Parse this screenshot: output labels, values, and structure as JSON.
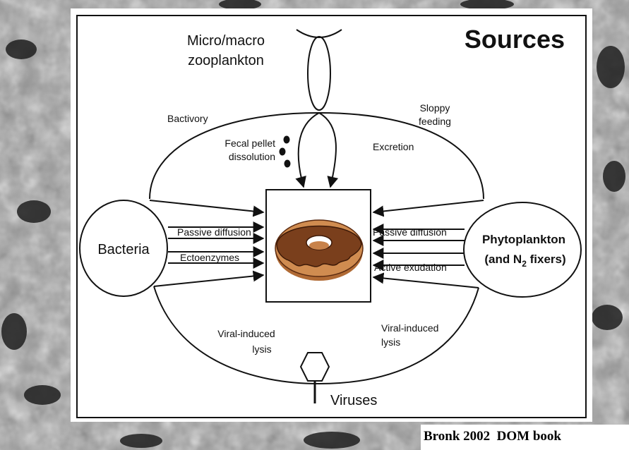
{
  "title": "Sources",
  "nodes": {
    "zooplankton_line1": "Micro/macro",
    "zooplankton_line2": "zooplankton",
    "bacteria": "Bacteria",
    "phyto_line1": "Phytoplankton",
    "phyto_line2_pre": "(and N",
    "phyto_line2_sub": "2",
    "phyto_line2_post": " fixers)",
    "viruses": "Viruses"
  },
  "labels": {
    "bactivory": "Bactivory",
    "sloppy_line1": "Sloppy",
    "sloppy_line2": "feeding",
    "fecal_line1": "Fecal pellet",
    "fecal_line2": "dissolution",
    "excretion": "Excretion",
    "passive_left": "Passive diffusion",
    "ectoenzymes": "Ectoenzymes",
    "passive_right": "Passive diffusion",
    "active_exudation": "Active exudation",
    "viral_left_line1": "Viral-induced",
    "viral_left_line2": "lysis",
    "viral_right_line1": "Viral-induced",
    "viral_right_line2": "lysis"
  },
  "center_icon": "donut-icon",
  "virus_icon": "hexagon-virus-icon",
  "credit": "Bronk 2002  DOM book",
  "colors": {
    "donut_dough": "#c8824a",
    "donut_glaze": "#7a3f1c",
    "line": "#111111"
  }
}
